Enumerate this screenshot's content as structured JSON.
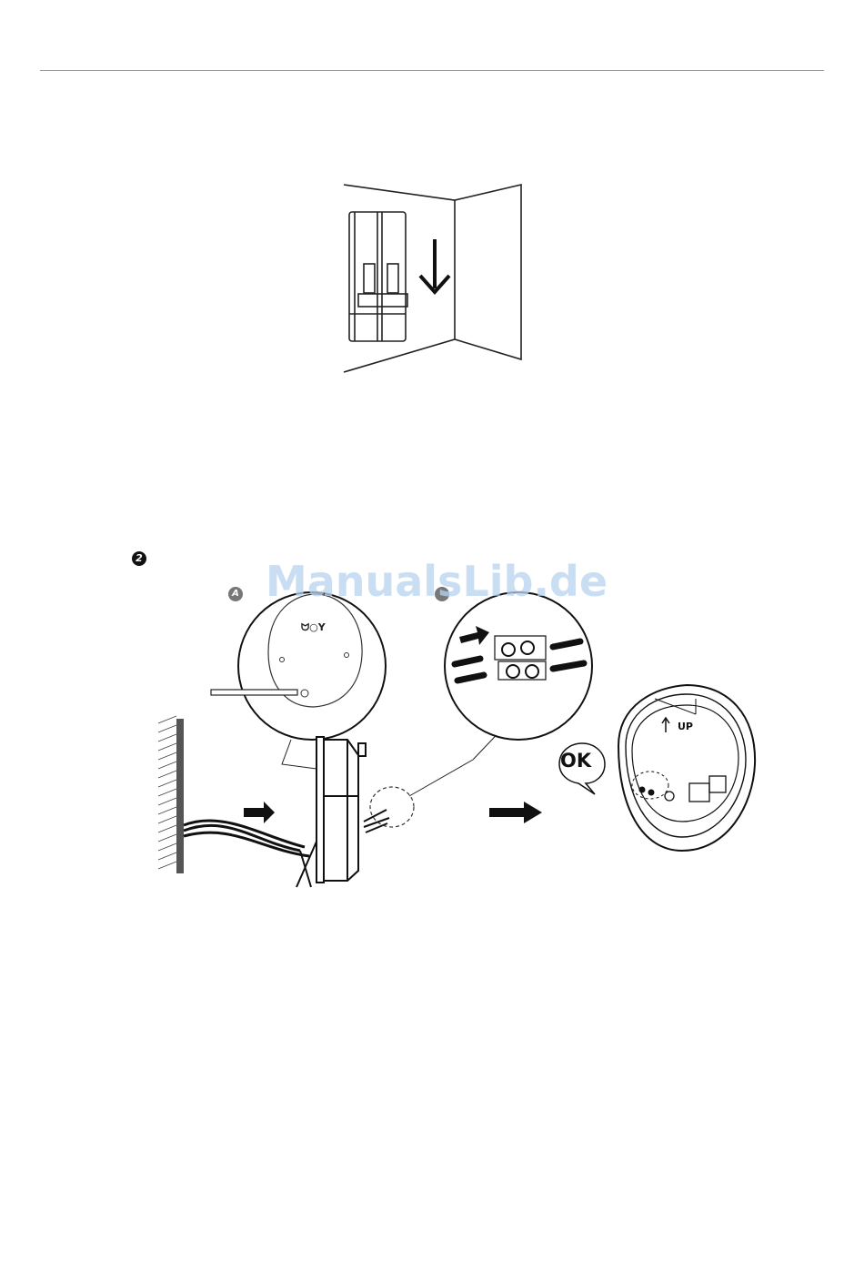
{
  "watermark": "ManualsLib.de",
  "step": {
    "number": "2"
  },
  "detail_labels": {
    "a": "A",
    "b": ""
  },
  "callout": {
    "ok": "OK"
  },
  "direction_label": "UP"
}
